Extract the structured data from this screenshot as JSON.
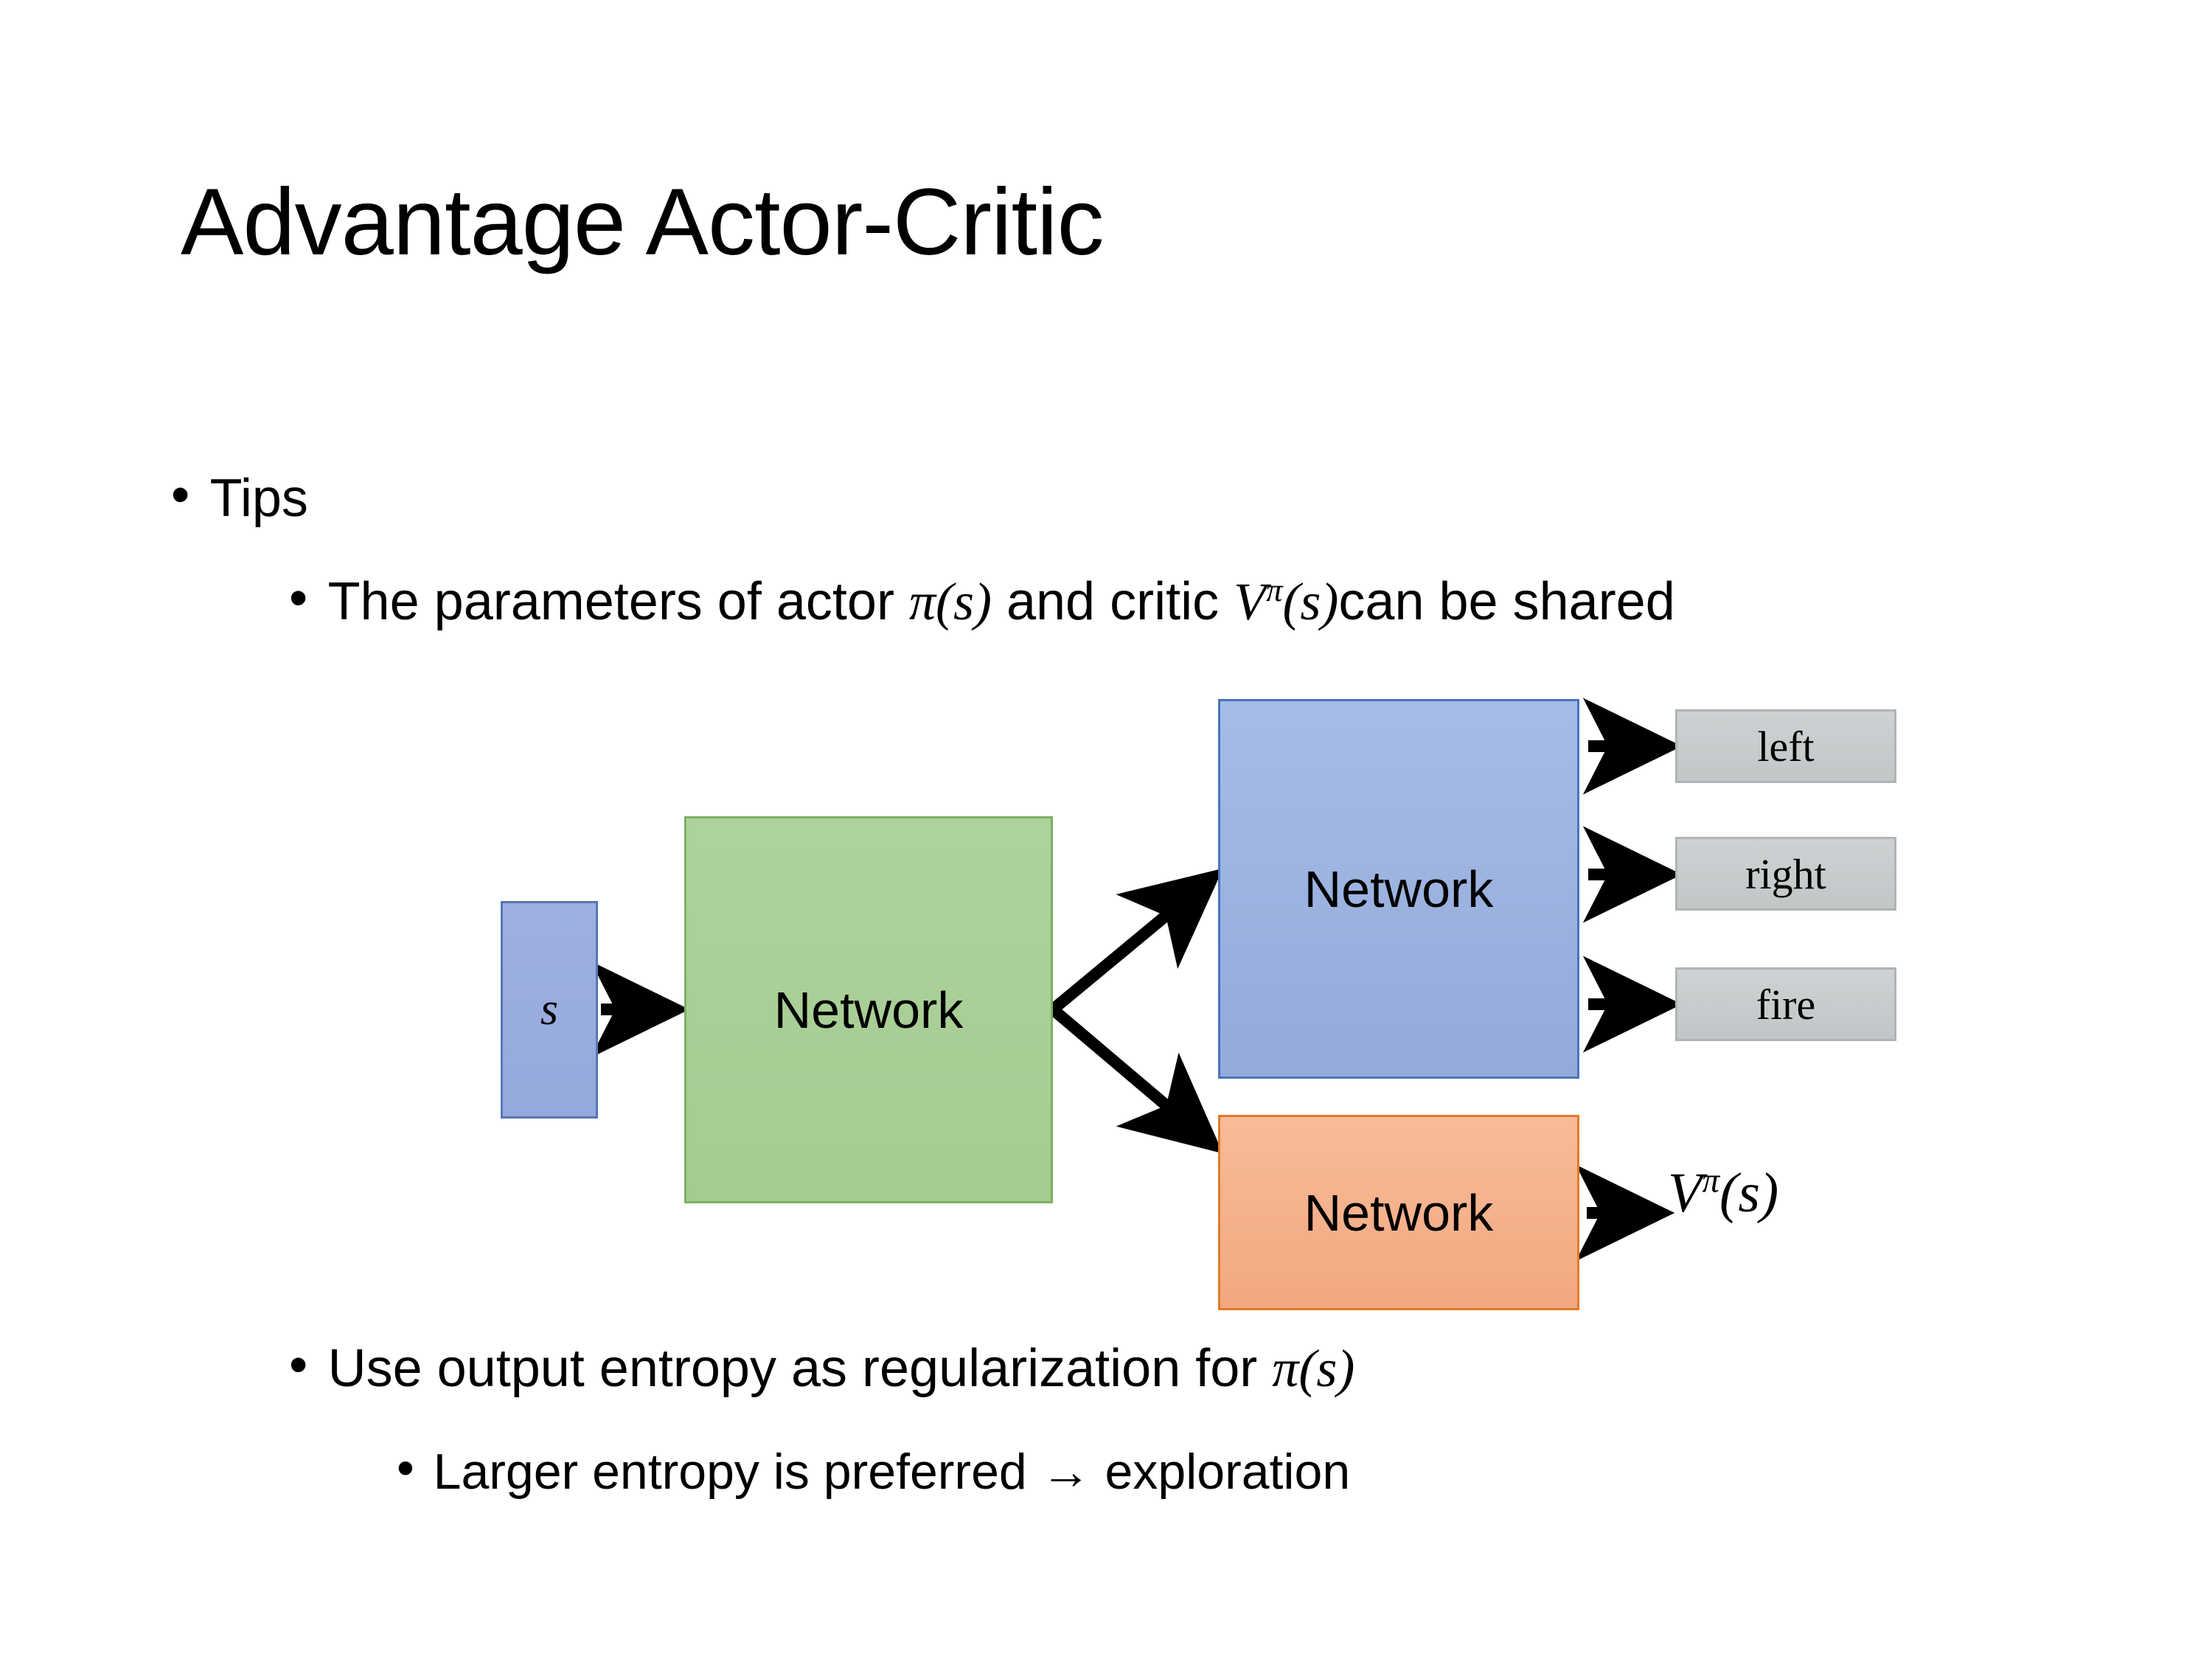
{
  "slide": {
    "title": "Advantage Actor-Critic"
  },
  "bullets": {
    "tips": {
      "marker": "•",
      "text": "Tips"
    },
    "parameters": {
      "marker": "•",
      "text_before": "The parameters of actor ",
      "math_pi_s": "π(s)",
      "text_middle": "  and critic ",
      "math_v_pi": "V",
      "math_v_pi_sup": "π",
      "math_v_pi_arg": "(s)",
      "text_after": "can be shared",
      "full_text": "The parameters of actor π(s)  and critic Vπ(s) can be shared"
    },
    "entropy": {
      "marker": "•",
      "text_before": "Use output entropy as regularization for ",
      "math_pi_s": "π(s)",
      "full_text": "Use output entropy as regularization for π(s)"
    },
    "larger": {
      "marker": "•",
      "text": "Larger entropy is preferred → exploration"
    }
  },
  "diagram": {
    "nodes": {
      "state": {
        "label": "s",
        "fill": "#95a9dc",
        "border": "#5876b8"
      },
      "shared_network": {
        "label": "Network",
        "fill": "#a4cc90",
        "border": "#7cb05f"
      },
      "actor_network": {
        "label": "Network",
        "fill": "#93aada",
        "border": "#4a73bd"
      },
      "critic_network": {
        "label": "Network",
        "fill": "#f2a87f",
        "border": "#e07b29"
      }
    },
    "outputs": [
      {
        "label": "left",
        "fill": "#c5c9ca",
        "border": "#b0b4b5"
      },
      {
        "label": "right",
        "fill": "#c5c9ca",
        "border": "#b0b4b5"
      },
      {
        "label": "fire",
        "fill": "#c5c9ca",
        "border": "#b0b4b5"
      }
    ],
    "value_output": {
      "base": "V",
      "sup": "π",
      "arg": "(s)"
    },
    "arrow_color": "#000000"
  }
}
